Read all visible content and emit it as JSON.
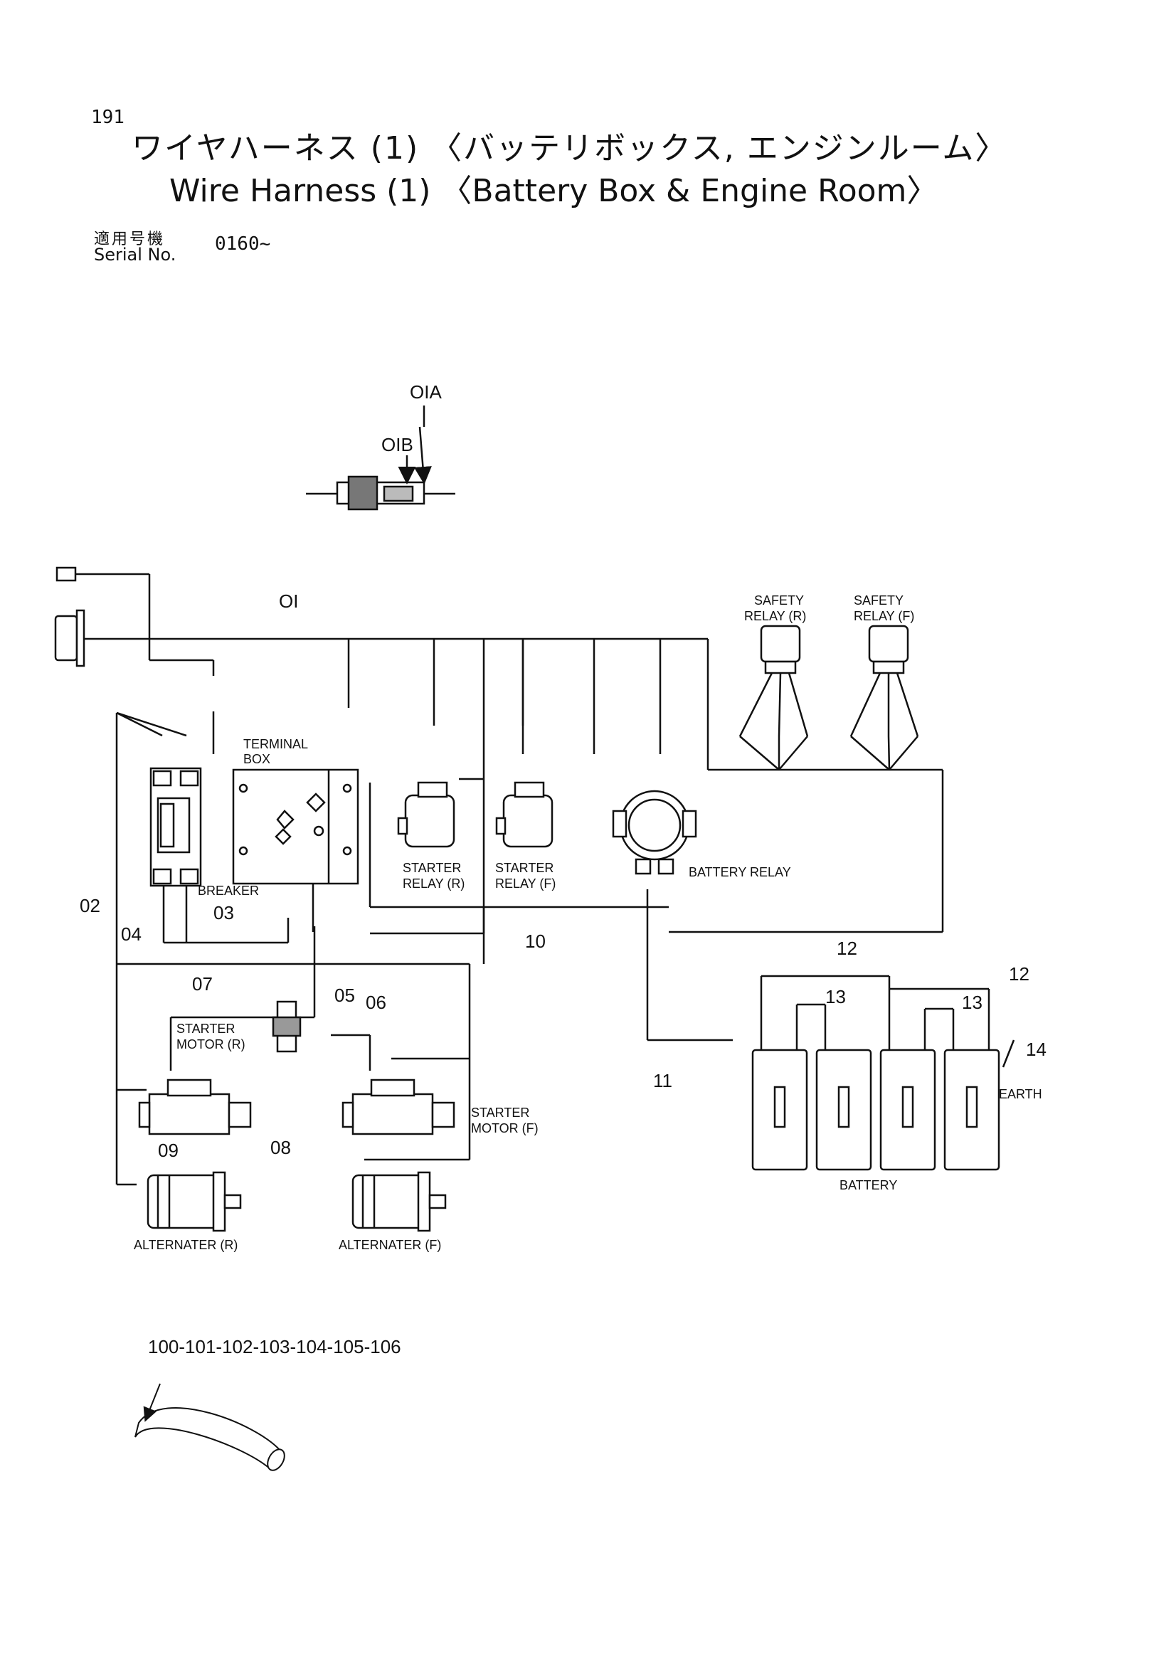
{
  "header": {
    "page_number": "191",
    "title_jp": "ワイヤハーネス (1) 〈バッテリボックス, エンジンルーム〉",
    "title_en": "Wire Harness (1) 〈Battery Box & Engine Room〉",
    "serial_label_jp": "適用号機",
    "serial_label_en": "Serial No.",
    "serial_value": "0160~"
  },
  "diagram": {
    "callouts": {
      "c01a": "OIA",
      "c01b": "OIB",
      "c01": "OI",
      "c02": "02",
      "c03": "03",
      "c04": "04",
      "c05": "05",
      "c06": "06",
      "c07": "07",
      "c08": "08",
      "c09": "09",
      "c10": "10",
      "c11": "11",
      "c12a": "12",
      "c12b": "12",
      "c13a": "13",
      "c13b": "13",
      "c14": "14"
    },
    "components": {
      "safety_relay_r_1": "SAFETY",
      "safety_relay_r_2": "RELAY (R)",
      "safety_relay_f_1": "SAFETY",
      "safety_relay_f_2": "RELAY (F)",
      "terminal_box_1": "TERMINAL",
      "terminal_box_2": "BOX",
      "breaker": "BREAKER",
      "starter_relay_r_1": "STARTER",
      "starter_relay_r_2": "RELAY (R)",
      "starter_relay_f_1": "STARTER",
      "starter_relay_f_2": "RELAY (F)",
      "battery_relay": "BATTERY RELAY",
      "starter_motor_r_1": "STARTER",
      "starter_motor_r_2": "MOTOR (R)",
      "starter_motor_f_1": "STARTER",
      "starter_motor_f_2": "MOTOR (F)",
      "alternator_r": "ALTERNATER (R)",
      "alternator_f": "ALTERNATER (F)",
      "battery": "BATTERY",
      "earth": "EARTH"
    },
    "tube_parts": "100-101-102-103-104-105-106"
  }
}
